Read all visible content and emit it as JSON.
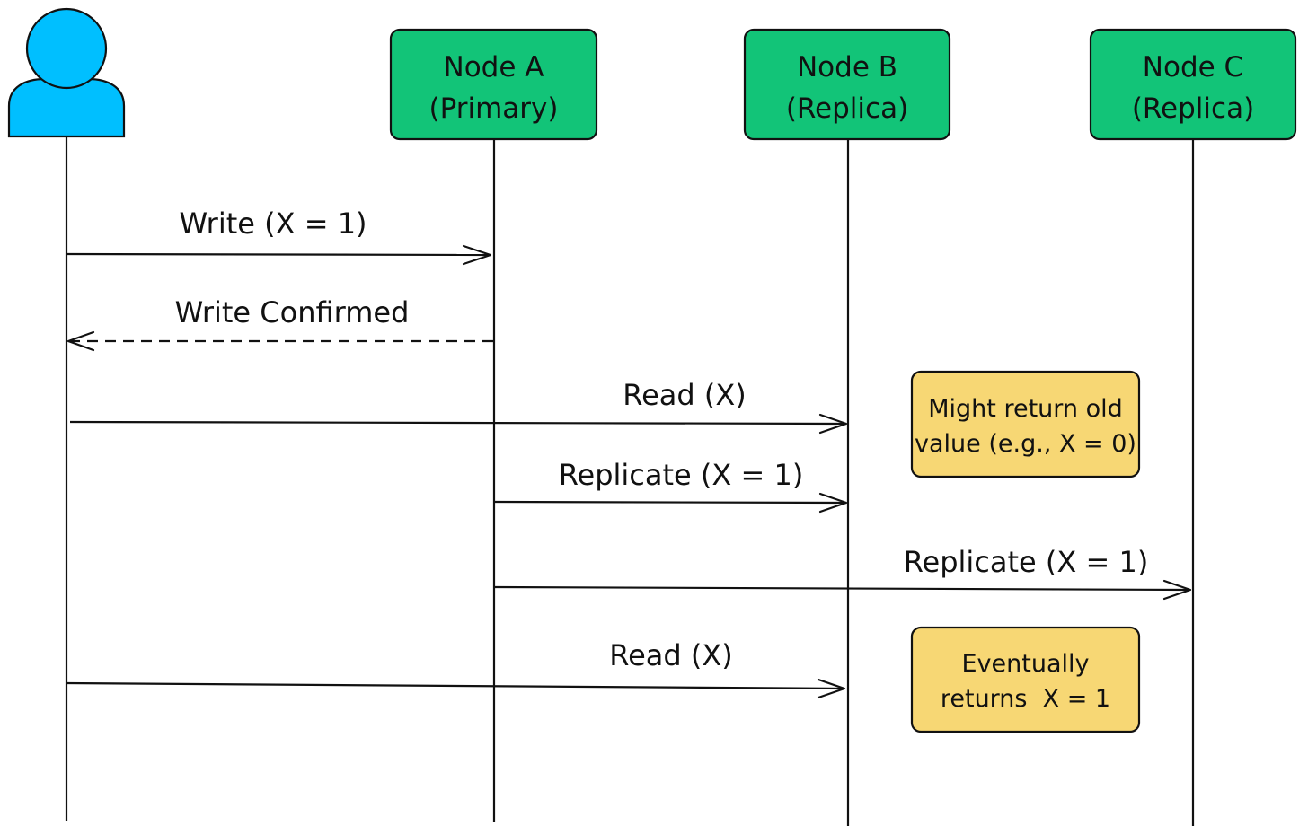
{
  "colors": {
    "actor": "#00bfff",
    "node_fill": "#12c478",
    "note_fill": "#f7d774",
    "line": "#111111"
  },
  "actor": {
    "icon": "user-icon"
  },
  "nodes": [
    {
      "id": "node_a",
      "line1": "Node A",
      "line2": "(Primary)"
    },
    {
      "id": "node_b",
      "line1": "Node B",
      "line2": "(Replica)"
    },
    {
      "id": "node_c",
      "line1": "Node C",
      "line2": "(Replica)"
    }
  ],
  "messages": [
    {
      "id": "write",
      "from": "client",
      "to": "node_a",
      "label": "Write (X = 1)",
      "style": "solid"
    },
    {
      "id": "write_confirmed",
      "from": "node_a",
      "to": "client",
      "label": "Write Confirmed",
      "style": "dashed"
    },
    {
      "id": "read_1",
      "from": "client",
      "to": "node_b",
      "label": "Read (X)",
      "style": "solid"
    },
    {
      "id": "replicate_b",
      "from": "node_a",
      "to": "node_b",
      "label": "Replicate (X = 1)",
      "style": "solid"
    },
    {
      "id": "replicate_c",
      "from": "node_a",
      "to": "node_c",
      "label": "Replicate (X = 1)",
      "style": "solid"
    },
    {
      "id": "read_2",
      "from": "client",
      "to": "node_b",
      "label": "Read (X)",
      "style": "solid"
    }
  ],
  "notes": [
    {
      "id": "stale_note",
      "line1": "Might return old",
      "line2": "value (e.g., X = 0)"
    },
    {
      "id": "eventual_note",
      "line1": "Eventually",
      "line2": "returns  X = 1"
    }
  ]
}
